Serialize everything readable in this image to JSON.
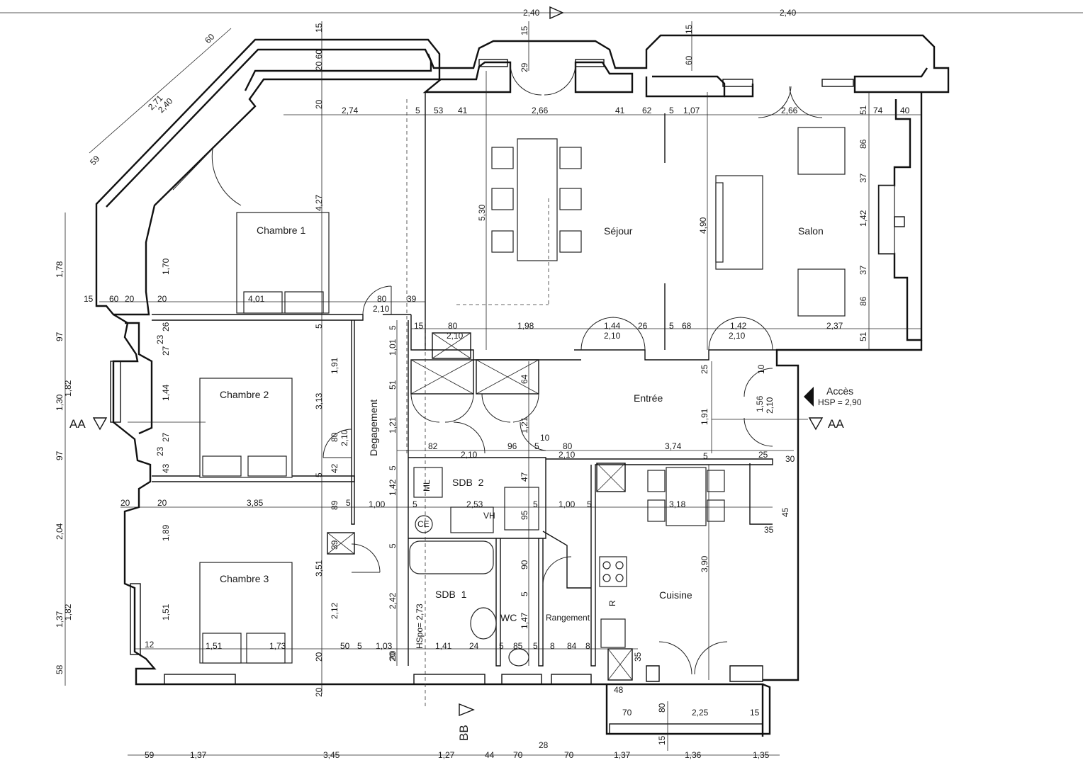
{
  "rooms": {
    "chambre1": "Chambre 1",
    "chambre2": "Chambre 2",
    "chambre3": "Chambre 3",
    "sejour": "Séjour",
    "salon": "Salon",
    "entree": "Entrée",
    "cuisine": "Cuisine",
    "degagement": "Degagement",
    "sdb2": "SDB  2",
    "sdb1": "SDB  1",
    "wc": "WC",
    "rangement": "Rangement"
  },
  "labels": {
    "acces": "Accès",
    "hsp": "HSP = 2,90",
    "hspo": "HSpo= 2,73",
    "section_aa": "AA",
    "section_bb": "BB",
    "ml": "ML",
    "ce": "CE",
    "vh": "VH",
    "r": "R"
  },
  "dimensions": {
    "top_outer": [
      "2,40",
      "2,40"
    ],
    "diag": [
      "2,71",
      "2,40",
      "60",
      "59"
    ],
    "top_vertical": [
      "15",
      "20 60",
      "20",
      "15",
      "29",
      "15",
      "60"
    ],
    "row_chambre1": [
      "2,74",
      "5",
      "53",
      "41",
      "2,66",
      "41",
      "62",
      "5",
      "1,07",
      "2,66",
      "51",
      "74",
      "40"
    ],
    "vertical_sejour": [
      "4,27",
      "5,30",
      "4,90",
      "86",
      "37",
      "1,42",
      "37",
      "86",
      "51"
    ],
    "chambre1_inner": [
      "1,70",
      "15",
      "60",
      "20",
      "20",
      "4,01",
      "80",
      "2,10",
      "39"
    ],
    "row_sejour_bottom": [
      "15",
      "80",
      "2,10",
      "1,98",
      "1,44",
      "2,10",
      "26",
      "5",
      "68",
      "1,42",
      "2,10",
      "2,37"
    ],
    "left_vertical": [
      "1,78",
      "97",
      "1,30",
      "1,82",
      "97",
      "2,04",
      "1,37",
      "1,82",
      "58"
    ],
    "chambre2_inner": [
      "26",
      "23",
      "27",
      "1,44",
      "23",
      "27",
      "43",
      "5",
      "3,13",
      "1,91",
      "80",
      "2,10",
      "42",
      "5"
    ],
    "degagement_inner": [
      "5",
      "1,01",
      "51",
      "64",
      "1,21",
      "1,21",
      "5",
      "1,42",
      "5",
      "2,42",
      "20"
    ],
    "row_sdb2_top": [
      "82",
      "2,10",
      "96",
      "5",
      "10",
      "80",
      "2,10",
      "3,74",
      "5",
      "25",
      "30"
    ],
    "entree_inner": [
      "25",
      "1,91",
      "10",
      "1,56",
      "2,10"
    ],
    "row_chambre3_top": [
      "20",
      "20",
      "3,85",
      "89",
      "5",
      "1,00",
      "5",
      "2,53",
      "5",
      "1,00",
      "5",
      "3,18",
      "45",
      "35"
    ],
    "sdb_inner": [
      "47",
      "95",
      "90",
      "5",
      "1,47",
      "39",
      "3,51",
      "2,12",
      "3,90"
    ],
    "chambre3_inner": [
      "1,89",
      "1,51",
      "12",
      "1,51",
      "1,73",
      "20",
      "50",
      "5",
      "1,03",
      "20",
      "1,41",
      "24",
      "5",
      "85",
      "5",
      "8",
      "84",
      "8",
      "35"
    ],
    "bottom_balcony": [
      "20",
      "48",
      "70",
      "80",
      "2,25",
      "15",
      "15"
    ],
    "bottom_row": [
      "59",
      "1,37",
      "3,45",
      "1,27",
      "44",
      "70",
      "28",
      "70",
      "1,37",
      "1,36",
      "1,35"
    ]
  }
}
